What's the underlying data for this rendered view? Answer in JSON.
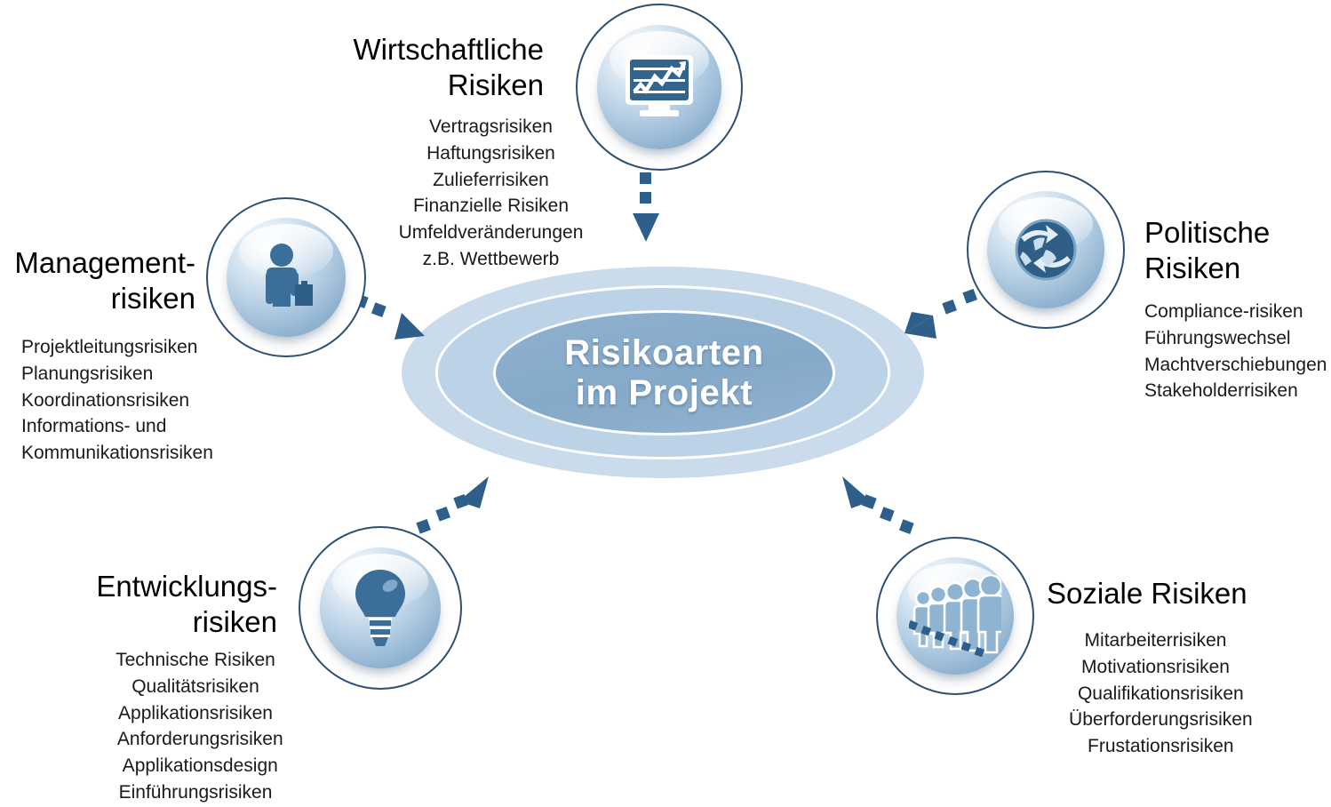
{
  "center": {
    "title": "Risikoarten\nim Projekt"
  },
  "colors": {
    "arrow": "#2e5f8a",
    "ring_outer": "#cadbeb",
    "ring_mid": "#bcd2e6",
    "ring_inner": "#8cb0cf",
    "node_outline": "#2c4f72",
    "icon": "#3b6f99"
  },
  "nodes": [
    {
      "key": "wirtschaftliche",
      "heading": "Wirtschaftliche\nRisiken",
      "icon": "chart-monitor-icon",
      "items": [
        "Vertragsrisiken",
        "Haftungsrisiken",
        "Zulieferrisiken",
        "Finanzielle Risiken",
        "Umfeldveränderungen",
        "z.B. Wettbewerb"
      ]
    },
    {
      "key": "management",
      "heading": "Management-\nrisiken",
      "icon": "businessperson-icon",
      "items": [
        "Projektleitungsrisiken",
        "Planungsrisiken",
        "Koordinationsrisiken",
        "Informations- und",
        "Kommunikationsrisiken"
      ]
    },
    {
      "key": "politische",
      "heading": "Politische\nRisiken",
      "icon": "globe-arrows-icon",
      "items": [
        "Compliance-risiken",
        "Führungswechsel",
        "Machtverschiebungen",
        "Stakeholderrisiken"
      ]
    },
    {
      "key": "entwicklungs",
      "heading": "Entwicklungs-\nrisiken",
      "icon": "lightbulb-icon",
      "items": [
        "Technische Risiken",
        "Qualitätsrisiken",
        "Applikationsrisiken",
        "  Anforderungsrisiken",
        "  Applikationsdesign",
        "Einführungsrisiken"
      ]
    },
    {
      "key": "soziale",
      "heading": "Soziale Risiken",
      "icon": "people-group-icon",
      "items": [
        "Mitarbeiterrisiken",
        "Motivationsrisiken",
        "  Qualifikationsrisiken",
        "  Überforderungsrisiken",
        "  Frustationsrisiken"
      ]
    }
  ]
}
